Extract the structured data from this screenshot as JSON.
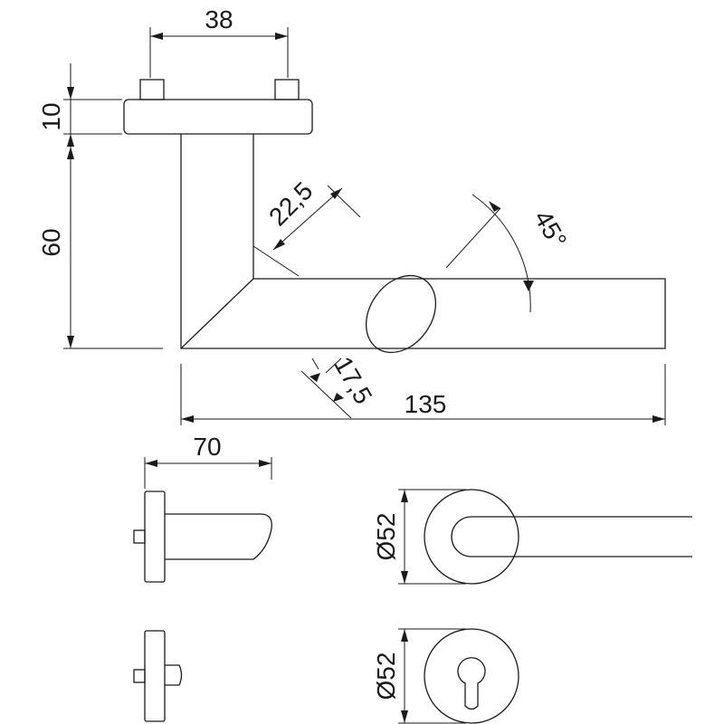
{
  "drawing": {
    "dimensions": {
      "rose_hole_spacing": "38",
      "rose_thickness": "10",
      "lever_projection_height": "60",
      "mitre_width": "22,5",
      "bar_thickness": "17,5",
      "lever_length": "135",
      "side_projection": "70",
      "rose_diameter_top": "Ø52",
      "rose_diameter_bottom": "Ø52",
      "mitre_angle": "45°"
    }
  }
}
